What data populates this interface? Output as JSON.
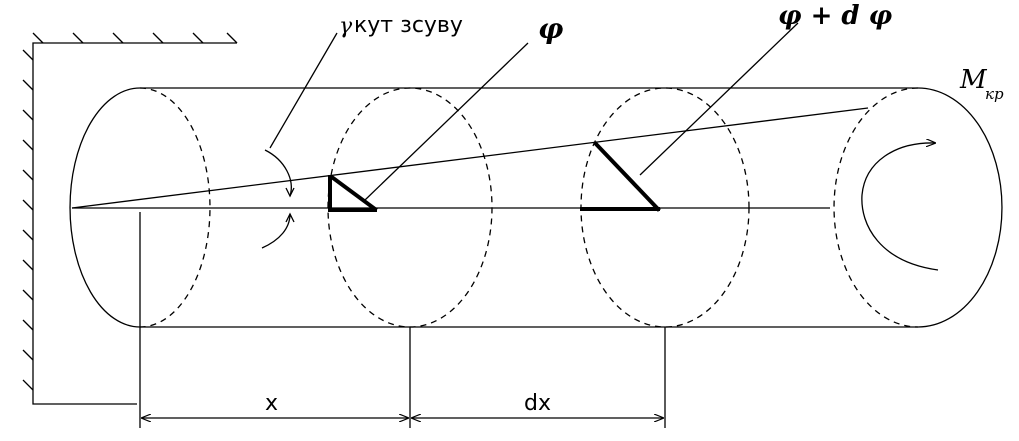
{
  "labels": {
    "shear_angle_symbol": "γ",
    "shear_angle_text": "кут зсуву",
    "phi": "φ",
    "phi_plus_dphi": "φ + d φ",
    "torque_symbol": "M",
    "torque_subscript": "кр",
    "dim_x": "x",
    "dim_dx": "dx"
  }
}
